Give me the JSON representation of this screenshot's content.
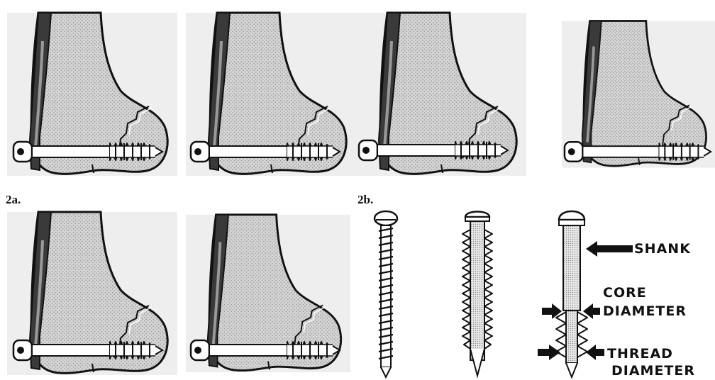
{
  "labels": {
    "fig_2a": "2a.",
    "fig_2b": "2b."
  },
  "callouts": {
    "shank": "SHANK",
    "core_line1": "CORE",
    "core_line2": "DIAMETER",
    "thread_line1": "THREAD",
    "thread_line2": "DIAMETER"
  },
  "colors": {
    "ink": "#111111",
    "bone_fill": "#cfcfcf",
    "plate_dark": "#3a3a3a",
    "plate_light": "#9a9a9a",
    "screw_fill": "#ffffff"
  }
}
